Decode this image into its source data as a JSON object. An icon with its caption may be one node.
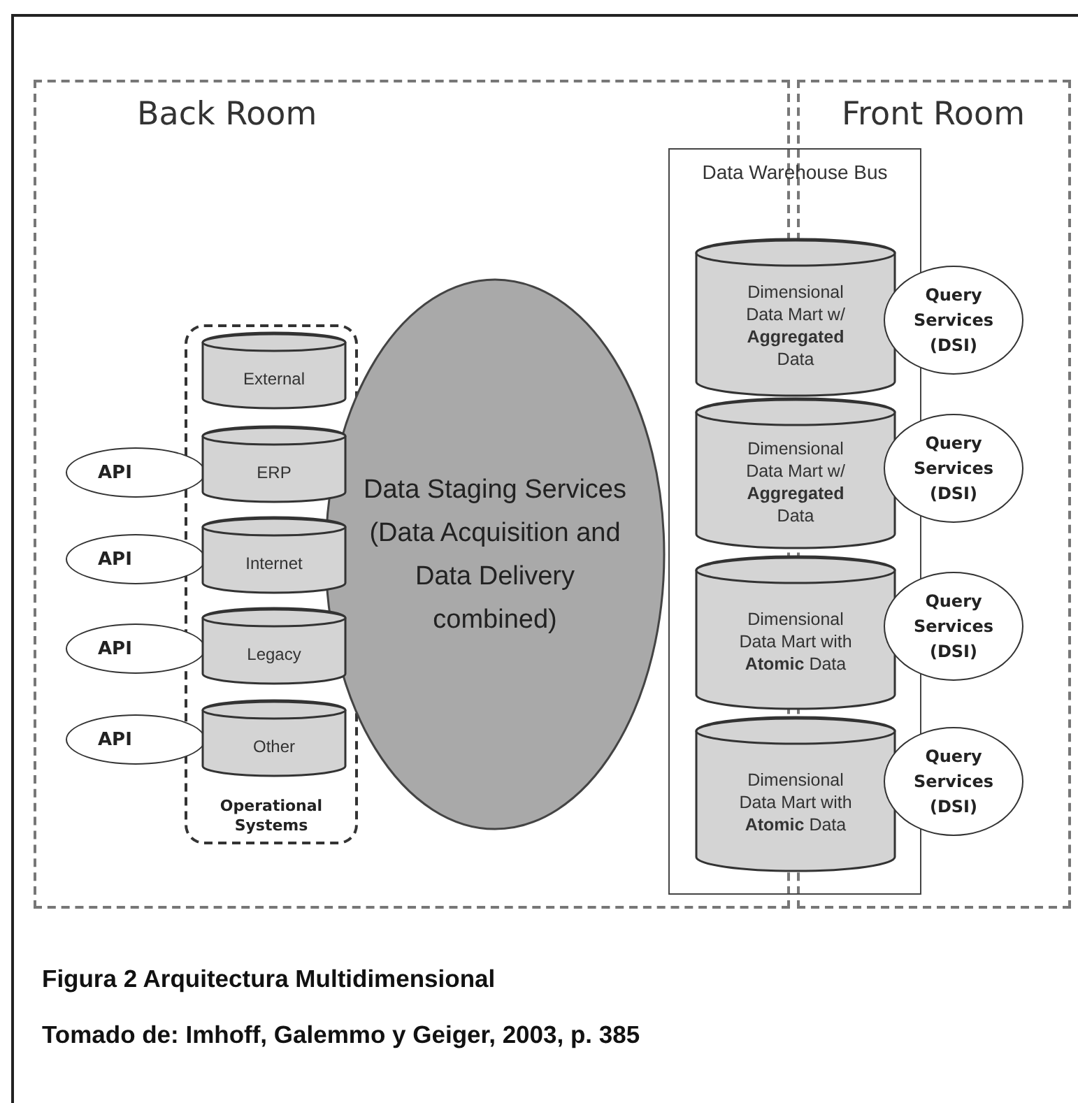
{
  "diagram": {
    "caption": "Figura 2 Arquitectura Multidimensional",
    "nodes": [
      {
        "text": [
          "Back Room"
        ]
      },
      {
        "text": [
          "Operational Systems"
        ],
        "in": 0
      },
      {
        "text": [
          "External"
        ],
        "in": 1
      },
      {
        "text": [
          "ERP"
        ],
        "in": 1
      },
      {
        "text": [
          "Internet"
        ],
        "in": 1
      },
      {
        "text": [
          "Legacy"
        ],
        "in": 1
      },
      {
        "text": [
          "Other"
        ],
        "in": 1
      },
      {
        "text": [
          "API"
        ],
        "in": 0
      },
      {
        "text": [
          "API"
        ],
        "in": 0
      },
      {
        "text": [
          "API"
        ],
        "in": 0
      },
      {
        "text": [
          "API"
        ],
        "in": 0
      },
      {
        "text": [
          "Data Staging Services (Data Acquisition and Data Delivery combined)"
        ],
        "in": 0
      },
      {
        "text": [
          "Front Room"
        ]
      },
      {
        "text": [
          "Data Warehouse Bus"
        ]
      },
      {
        "text": [
          "Dimensional Data Mart w/ **Aggregated** Data"
        ],
        "in": 13
      },
      {
        "text": [
          "Dimensional Data Mart w/ **Aggregated** Data"
        ],
        "in": 13
      },
      {
        "text": [
          "Dimensional Data Mart with **Atomic** Data"
        ],
        "in": 13
      },
      {
        "text": [
          "Dimensional Data Mart with **Atomic** Data"
        ],
        "in": 13
      },
      {
        "text": [
          "Query Services (DSI)"
        ],
        "in": 12
      },
      {
        "text": [
          "Query Services (DSI)"
        ],
        "in": 12
      },
      {
        "text": [
          "Query Services (DSI)"
        ],
        "in": 12
      },
      {
        "text": [
          "Query Services (DSI)"
        ],
        "in": 12
      }
    ],
    "labels": [
      "Tomado de: Imhoff, Galemmo y Geiger, 2003, p. 385"
    ]
  }
}
